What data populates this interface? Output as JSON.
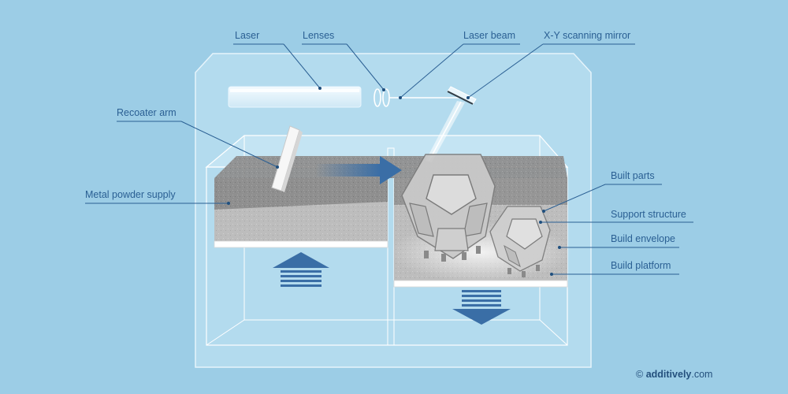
{
  "labels": {
    "laser": "Laser",
    "lenses": "Lenses",
    "laser_beam": "Laser beam",
    "scanning_mirror": "X-Y scanning mirror",
    "recoater_arm": "Recoater arm",
    "metal_powder_supply": "Metal powder supply",
    "built_parts": "Built parts",
    "support_structure": "Support structure",
    "build_envelope": "Build envelope",
    "build_platform": "Build platform"
  },
  "credit": {
    "symbol": "©",
    "brand": "additively",
    "suffix": ".com"
  },
  "colors": {
    "background": "#9ccde6",
    "housing": "#b4dcee",
    "label_text": "#2a5f93",
    "arrow_blue": "#3a6ea6",
    "powder_dark": "#8c8c8c",
    "powder_light": "#b9b9b9"
  }
}
